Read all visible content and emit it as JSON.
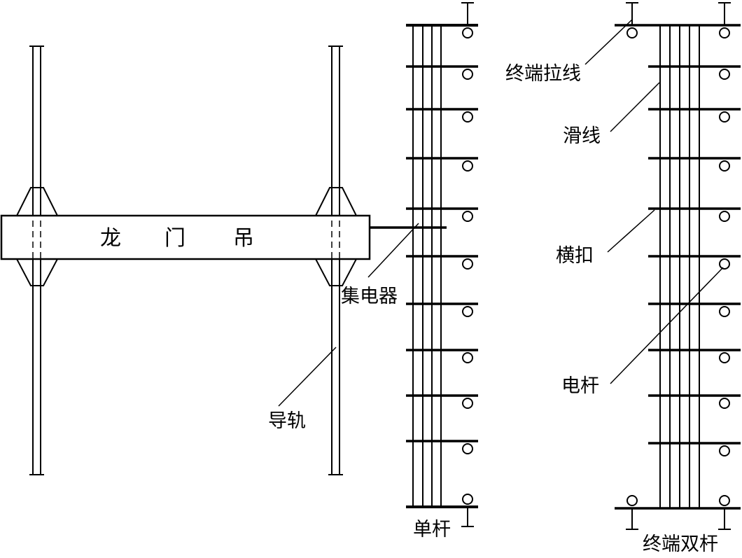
{
  "labels": {
    "gantry": [
      "龙",
      "门",
      "吊"
    ],
    "collector": "集电器",
    "guide_rail": "导轨",
    "single_pole": "单杆",
    "end_guy_wire": "终端拉线",
    "trolley_wire": "滑线",
    "crossarm": "横扣",
    "pole": "电杆",
    "end_double_pole": "终端双杆"
  }
}
